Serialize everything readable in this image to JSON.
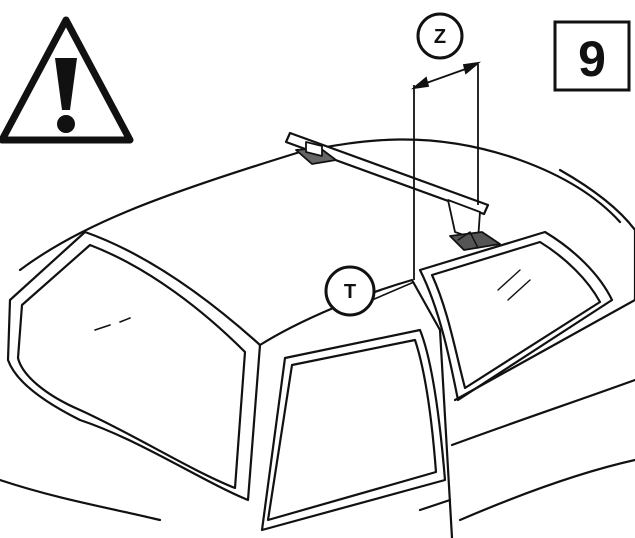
{
  "step_number": "9",
  "markers": {
    "z_label": "Z",
    "t_label": "T"
  },
  "icons": {
    "warning": "warning-triangle-icon"
  },
  "colors": {
    "ink": "#111111",
    "paper": "#ffffff"
  }
}
